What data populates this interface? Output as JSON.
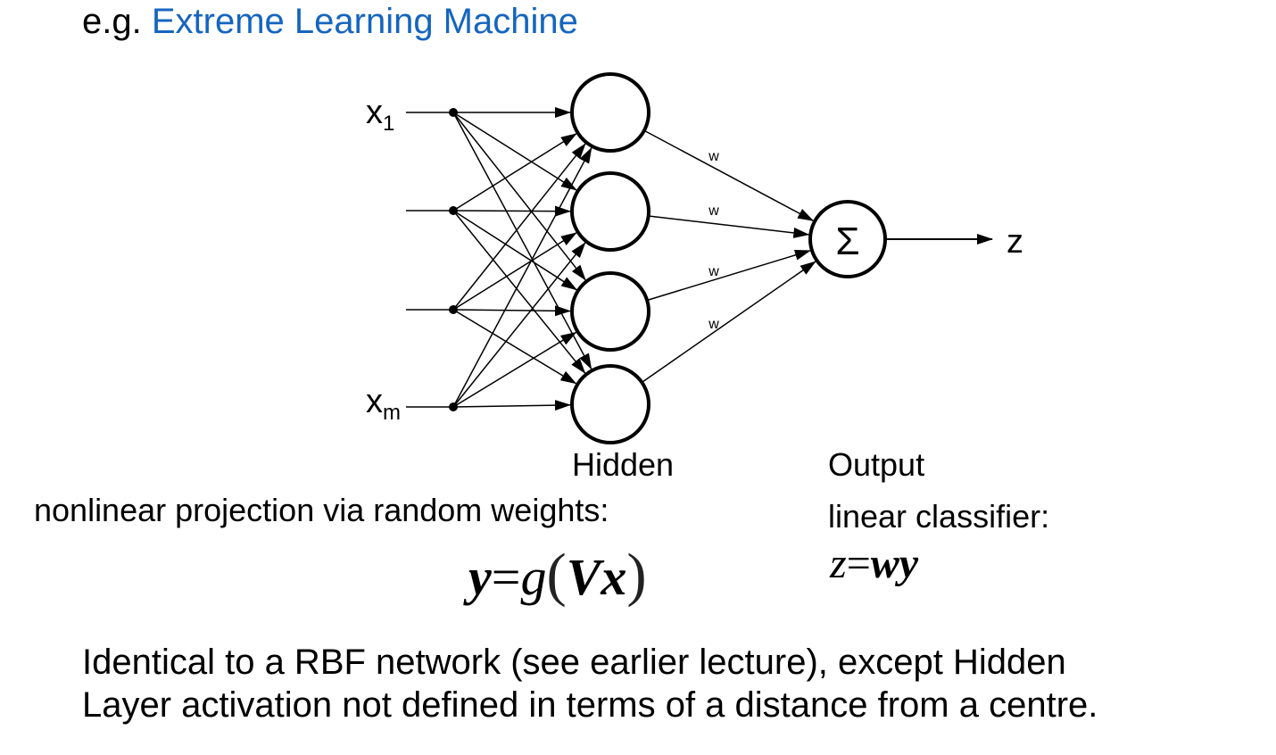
{
  "title": {
    "prefix": "e.g. ",
    "link_text": "Extreme Learning Machine",
    "accent_color": "#1565C0"
  },
  "diagram": {
    "input_label_x": "x",
    "input_first_sub": "1",
    "input_last_sub": "m",
    "hidden_count": 4,
    "weight_label": "w",
    "sum_symbol": "Σ",
    "output_label": "z"
  },
  "labels": {
    "hidden": "Hidden",
    "hidden_desc": "nonlinear projection via random weights:",
    "output": "Output",
    "output_desc": "linear classifier:"
  },
  "equations": {
    "hidden": {
      "lhs": "y",
      "eq": "=",
      "fn": "g",
      "open": "(",
      "arg": "Vx",
      "close": ")"
    },
    "output": {
      "lhs": "z",
      "eq": "=",
      "rhs": "wy"
    }
  },
  "note": {
    "line1": "Identical to a RBF network (see earlier lecture), except Hidden",
    "line2": "Layer activation not defined in terms of a distance from a centre."
  }
}
